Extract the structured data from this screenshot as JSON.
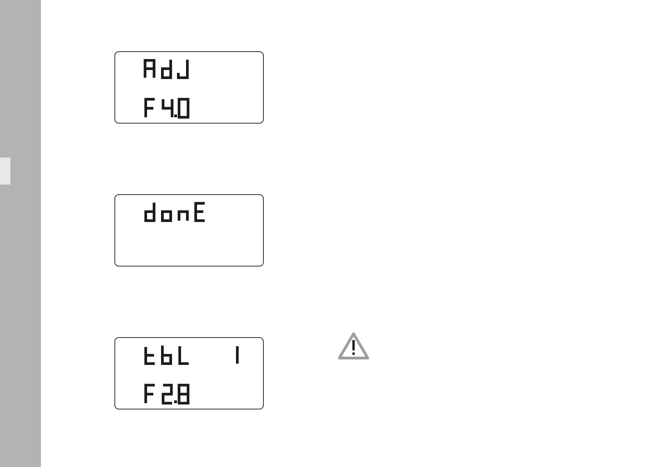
{
  "sidebar": {
    "accent": "#b3b3b3",
    "tab_color": "#e8e8e8"
  },
  "displays": [
    {
      "line1": "AdJ",
      "line2": "F4.0"
    },
    {
      "line1": "donE",
      "line2": ""
    },
    {
      "line1": "tbL 1",
      "line2": "F2.8"
    }
  ],
  "warning": {
    "icon": "caution-triangle-icon"
  }
}
